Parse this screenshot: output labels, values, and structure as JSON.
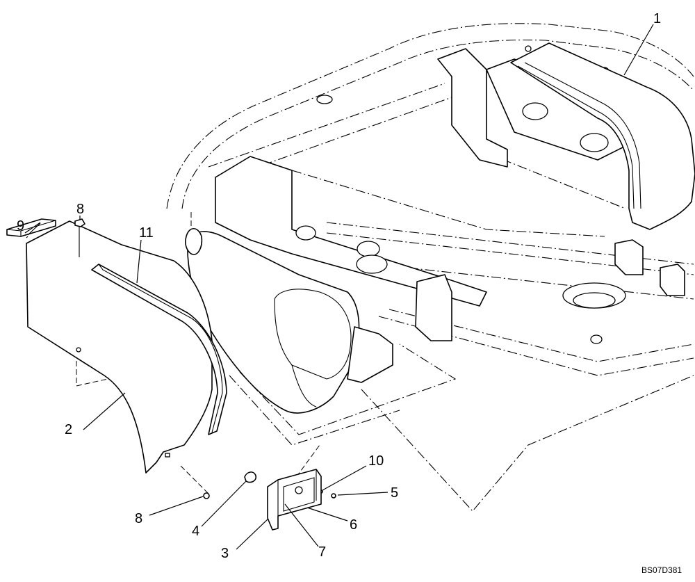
{
  "diagram": {
    "callouts": [
      {
        "id": "c1",
        "label": "1"
      },
      {
        "id": "c2",
        "label": "2"
      },
      {
        "id": "c3",
        "label": "3"
      },
      {
        "id": "c4",
        "label": "4"
      },
      {
        "id": "c5",
        "label": "5"
      },
      {
        "id": "c6",
        "label": "6"
      },
      {
        "id": "c7",
        "label": "7"
      },
      {
        "id": "c8a",
        "label": "8"
      },
      {
        "id": "c8b",
        "label": "8"
      },
      {
        "id": "c9",
        "label": "9"
      },
      {
        "id": "c10",
        "label": "10"
      },
      {
        "id": "c11",
        "label": "11"
      }
    ],
    "drawing_code": "BS07D381"
  }
}
